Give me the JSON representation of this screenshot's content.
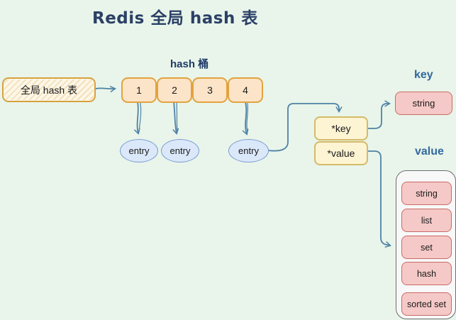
{
  "title": "Redis 全局 hash 表",
  "labels": {
    "bucket_section": "hash 桶",
    "key_section": "key",
    "value_section": "value"
  },
  "global_table": {
    "label": "全局 hash 表"
  },
  "buckets": [
    "1",
    "2",
    "3",
    "4"
  ],
  "entries": [
    "entry",
    "entry",
    "entry"
  ],
  "entry_fields": {
    "key": "*key",
    "value": "*value"
  },
  "key_type": "string",
  "value_types": [
    "string",
    "list",
    "set",
    "hash",
    "sorted set"
  ],
  "colors": {
    "background": "#e9f5ea",
    "title_text": "#2b4066",
    "label_blue": "#34689d",
    "bucket_fill": "#fce4c8",
    "bucket_border": "#e2a33e",
    "global_border": "#d7a13e",
    "entry_fill": "#dbe8fa",
    "entry_border": "#7a9cd1",
    "field_fill": "#fdf4d3",
    "field_border": "#d4ba69",
    "type_fill": "#f5c9c7",
    "type_border": "#c96a66",
    "container_fill": "#f8f8f8",
    "container_border": "#6e6e6e",
    "arrow": "#4e82a6"
  }
}
